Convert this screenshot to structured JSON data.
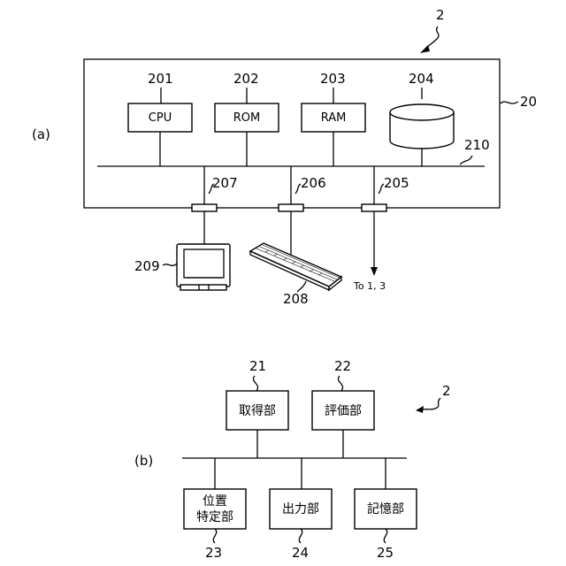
{
  "panel_a": {
    "label": "(a)",
    "system_ref": "2",
    "frame_ref": "20",
    "bus_ref": "210",
    "components": [
      {
        "ref": "201",
        "name": "CPU"
      },
      {
        "ref": "202",
        "name": "ROM"
      },
      {
        "ref": "203",
        "name": "RAM"
      },
      {
        "ref": "204",
        "name": ""
      }
    ],
    "ports": [
      {
        "ref": "207"
      },
      {
        "ref": "206"
      },
      {
        "ref": "205"
      }
    ],
    "monitor_ref": "209",
    "keyboard_ref": "208",
    "external_label": "To 1, 3"
  },
  "panel_b": {
    "label": "(b)",
    "system_ref": "2",
    "top_units": [
      {
        "ref": "21",
        "name": "取得部"
      },
      {
        "ref": "22",
        "name": "評価部"
      }
    ],
    "bottom_units": [
      {
        "ref": "23",
        "name_line1": "位置",
        "name_line2": "特定部"
      },
      {
        "ref": "24",
        "name": "出力部"
      },
      {
        "ref": "25",
        "name": "記憶部"
      }
    ]
  }
}
